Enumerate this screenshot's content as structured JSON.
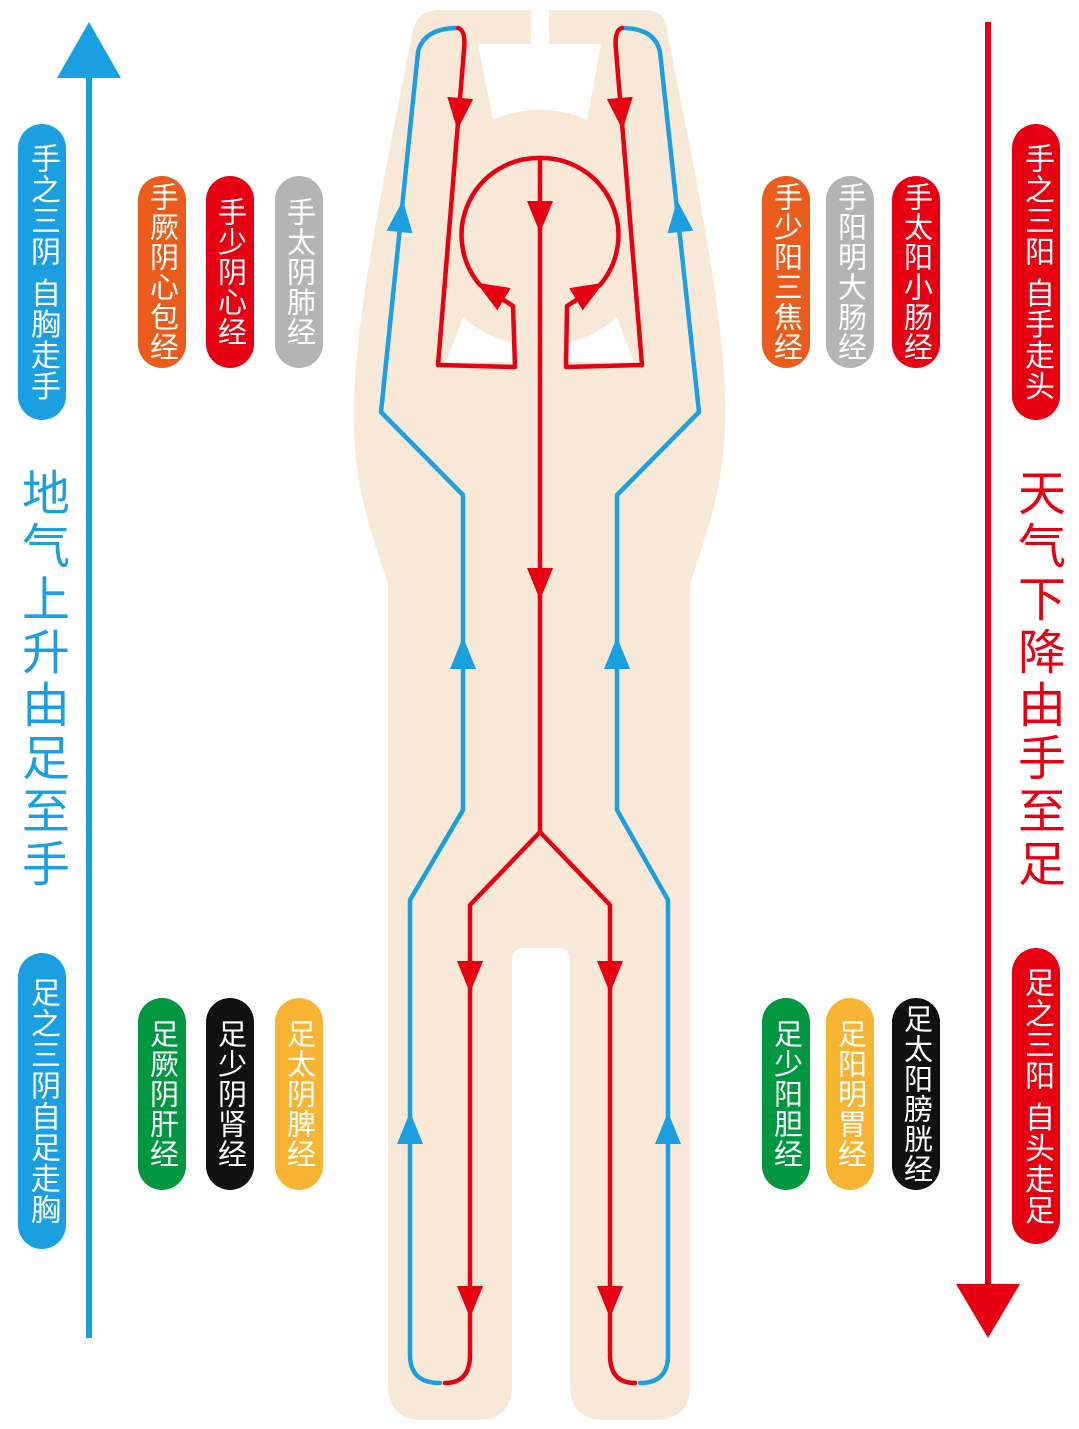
{
  "yin_side": {
    "direction_text": "地气上升由足至手",
    "hand_group": "手之三阴 自胸走手",
    "foot_group": "足之三阴自足走胸",
    "hand_meridians": [
      {
        "label": "手厥阴心包经",
        "color": "#e95c1b"
      },
      {
        "label": "手少阴心经",
        "color": "#e60012"
      },
      {
        "label": "手太阴肺经",
        "color": "#b4b4b5"
      }
    ],
    "foot_meridians": [
      {
        "label": "足厥阴肝经",
        "color": "#009740"
      },
      {
        "label": "足少阴肾经",
        "color": "#111111"
      },
      {
        "label": "足太阴脾经",
        "color": "#f6b432"
      }
    ]
  },
  "yang_side": {
    "direction_text": "天气下降由手至足",
    "hand_group": "手之三阳 自手走头",
    "foot_group": "足之三阳 自头走足",
    "hand_meridians": [
      {
        "label": "手少阳三焦经",
        "color": "#e95c1b"
      },
      {
        "label": "手阳明大肠经",
        "color": "#b4b4b5"
      },
      {
        "label": "手太阳小肠经",
        "color": "#e60012"
      }
    ],
    "foot_meridians": [
      {
        "label": "足少阳胆经",
        "color": "#009740"
      },
      {
        "label": "足阳明胃经",
        "color": "#f6b432"
      },
      {
        "label": "足太阳膀胱经",
        "color": "#111111"
      }
    ]
  },
  "colors": {
    "yin_flow": "#1aa0e0",
    "yang_flow": "#e60012",
    "body": "#f8e8d8",
    "background": "#ffffff"
  }
}
